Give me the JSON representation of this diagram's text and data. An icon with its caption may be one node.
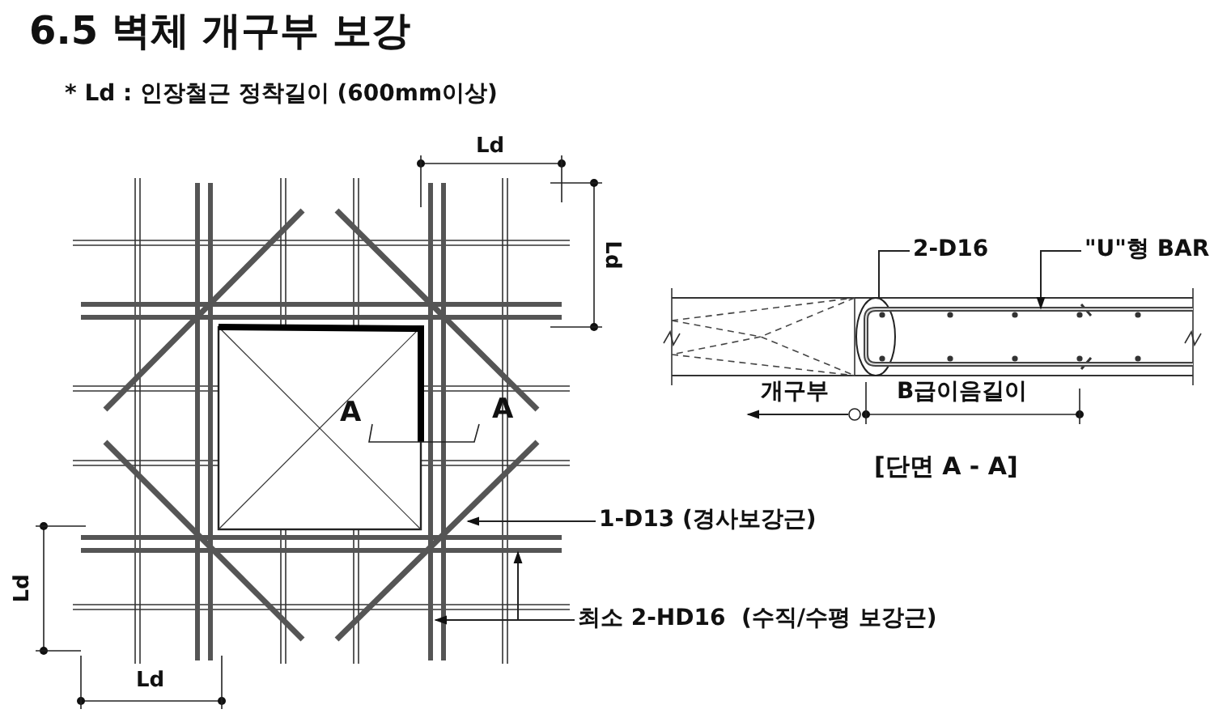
{
  "diagram": {
    "title": "6.5 벽체 개구부 보강",
    "nodes": [
      {
        "text": [
          "1-D13 (경사보강근)"
        ]
      },
      {
        "text": [
          "최소 2-HD16  (수직/수평 보강근)"
        ]
      },
      {
        "text": [
          "2-D16"
        ]
      },
      {
        "text": [],
        "shape": "circle"
      },
      {
        "text": [
          "\"U\"형 BAR"
        ]
      },
      {
        "text": [],
        "shape": "bar"
      }
    ],
    "edges": [
      {
        "from": 0,
        "to": null,
        "arrow": "to"
      },
      {
        "from": 1,
        "to": null,
        "arrow": "to"
      },
      {
        "from": 1,
        "to": null,
        "arrow": "to"
      },
      {
        "from": 2,
        "to": 3,
        "arrow": "none"
      },
      {
        "from": 4,
        "to": 5,
        "arrow": "to"
      }
    ],
    "labels": [
      "* Ld : 인장철근 정착길이 (600mm이상)",
      "Ld",
      "Ld",
      "A",
      "A",
      "개구부",
      "B급이음길이",
      "[단면 A - A]",
      "Ld",
      "Ld"
    ]
  }
}
